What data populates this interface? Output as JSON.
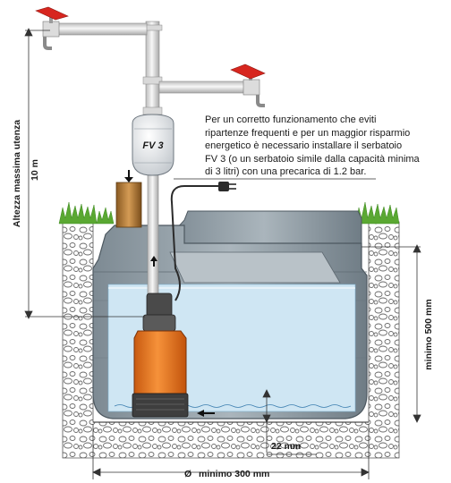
{
  "note": {
    "lines": [
      "Per un corretto funzionamento che eviti",
      "ripartenze frequenti e per un maggior risparmio",
      "energetico è necessario installare il serbatoio",
      "FV 3 (o un serbatoio simile dalla capacità minima",
      "di 3 litri) con una precarica di 1.2 bar."
    ]
  },
  "tank_label": "FV 3",
  "dimensions": {
    "max_height_label": "Altezza massima utenza",
    "max_height_value": "10 m",
    "min_level_label": "minimo 500 mm",
    "bottom_gap_label": "22 mm",
    "width_symbol": "Ø",
    "width_label": "minimo 300 mm"
  },
  "colors": {
    "water": "#cfe6f3",
    "tank_body": "#9aa6ae",
    "pump_orange": "#e8701e",
    "valve_red": "#d7261f",
    "grass": "#5aa832",
    "pipe": "#e6e6e6"
  }
}
